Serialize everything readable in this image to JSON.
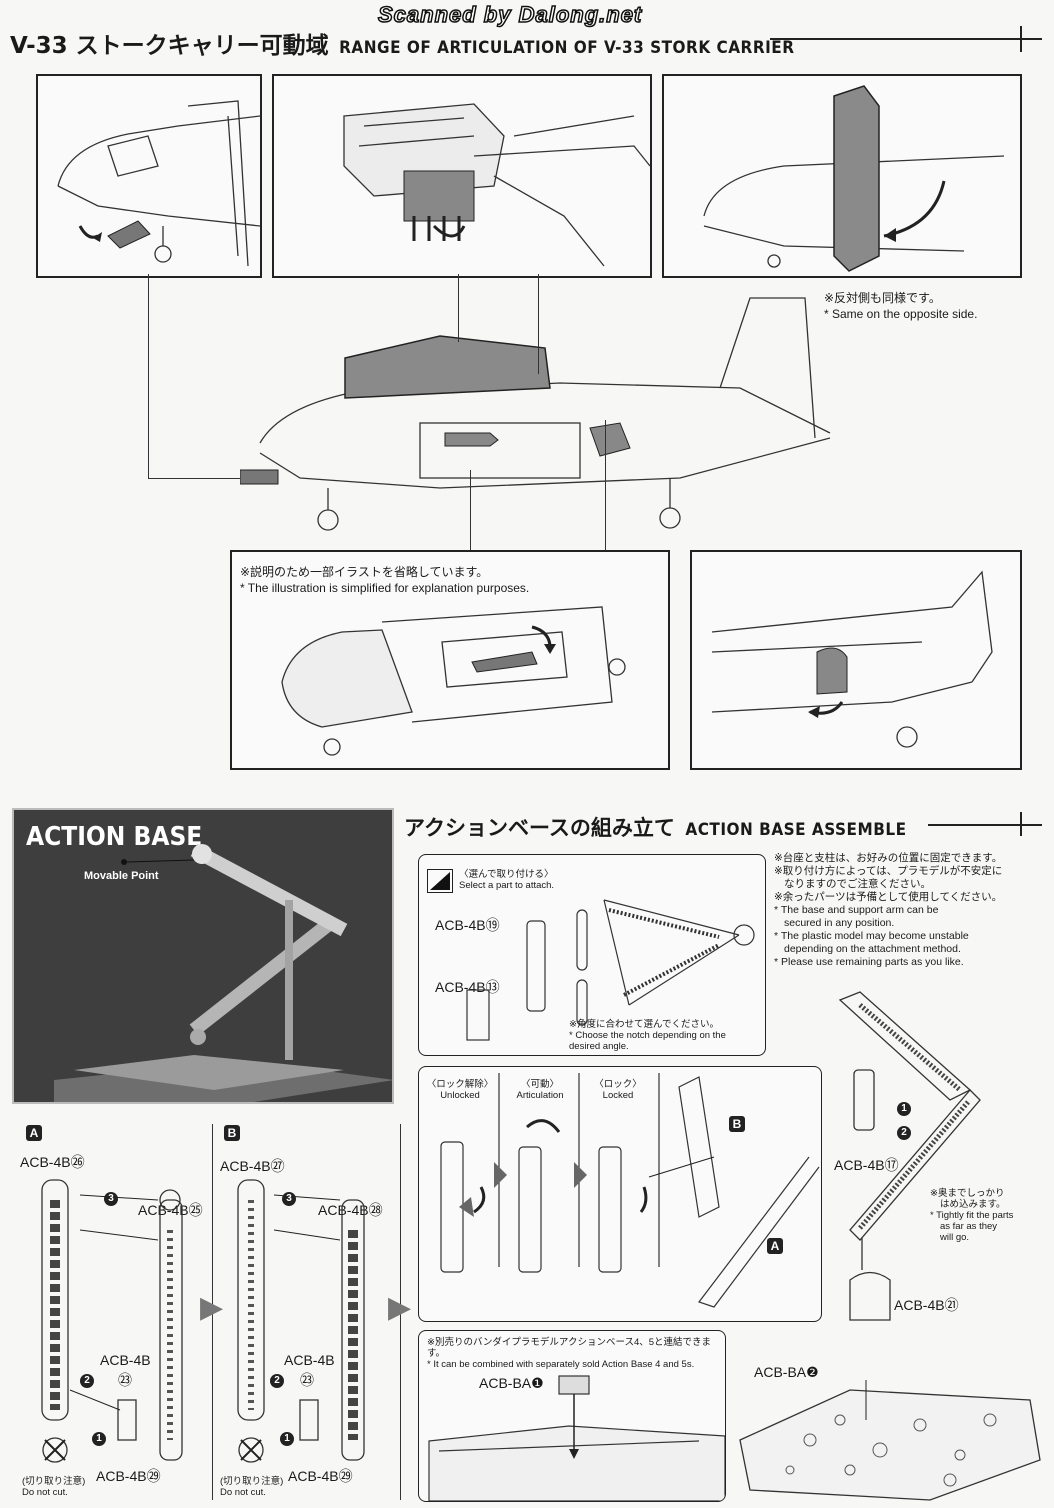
{
  "watermark": "Scanned by Dalong.net",
  "articulation": {
    "title_ja": "V-33 ストークキャリー可動域",
    "title_en": "RANGE OF ARTICULATION OF V-33 STORK CARRIER",
    "note_ja": "※反対側も同様です。",
    "note_en": "* Same on the opposite side.",
    "simplified_ja": "※説明のため一部イラストを省略しています。",
    "simplified_en": "* The illustration is simplified for explanation purposes."
  },
  "action_base_photo": {
    "title": "ACTION BASE",
    "movable_point": "Movable Point"
  },
  "assemble": {
    "title_ja": "アクションベースの組み立て",
    "title_en": "ACTION BASE ASSEMBLE",
    "select_ja": "〈選んで取り付ける〉",
    "select_en": "Select a part to attach.",
    "part_acb4b19": "ACB-4B⑲",
    "part_acb4b13": "ACB-4B⑬",
    "angle_ja": "※角度に合わせて選んでください。",
    "angle_en": "* Choose the notch depending on the desired angle.",
    "notes_ja": [
      "※台座と支柱は、お好みの位置に固定できます。",
      "※取り付け方によっては、プラモデルが不安定に",
      "なりますのでご注意ください。",
      "※余ったパーツは予備として使用してください。"
    ],
    "notes_en": [
      "* The base and support arm can be",
      "secured in any position.",
      "* The plastic model may become unstable",
      "depending on the attachment method.",
      "* Please use remaining parts as you like."
    ],
    "unlocked_ja": "〈ロック解除〉",
    "unlocked_en": "Unlocked",
    "articulation_ja": "〈可動〉",
    "articulation_en": "Articulation",
    "locked_ja": "〈ロック〉",
    "locked_en": "Locked",
    "part_acb4b17": "ACB-4B⑰",
    "part_acb4b21": "ACB-4B㉑",
    "part_acbba2": "ACB-BA❷",
    "part_acbba1": "ACB-BA❶",
    "tight_ja": "※奥までしっかり",
    "tight_ja2": "はめ込みます。",
    "tight_en": "* Tightly fit the parts",
    "tight_en2": "as far as they",
    "tight_en3": "will go.",
    "combine_ja": "※別売りのバンダイプラモデルアクションベース4、5と連結できます。",
    "combine_en": "* It can be combined with separately sold Action Base 4 and 5s."
  },
  "steps": {
    "a_label": "A",
    "b_label": "B",
    "a_part_top": "ACB-4B㉖",
    "a_part_right": "ACB-4B㉕",
    "a_part_small": "ACB-4B",
    "a_part_small_num": "㉓",
    "a_part_bottom": "ACB-4B㉙",
    "b_part_top": "ACB-4B㉗",
    "b_part_right": "ACB-4B㉘",
    "b_part_small": "ACB-4B",
    "b_part_small_num": "㉓",
    "b_part_bottom": "ACB-4B㉙",
    "donotcut_ja": "(切り取り注意)",
    "donotcut_en": "Do not cut."
  }
}
